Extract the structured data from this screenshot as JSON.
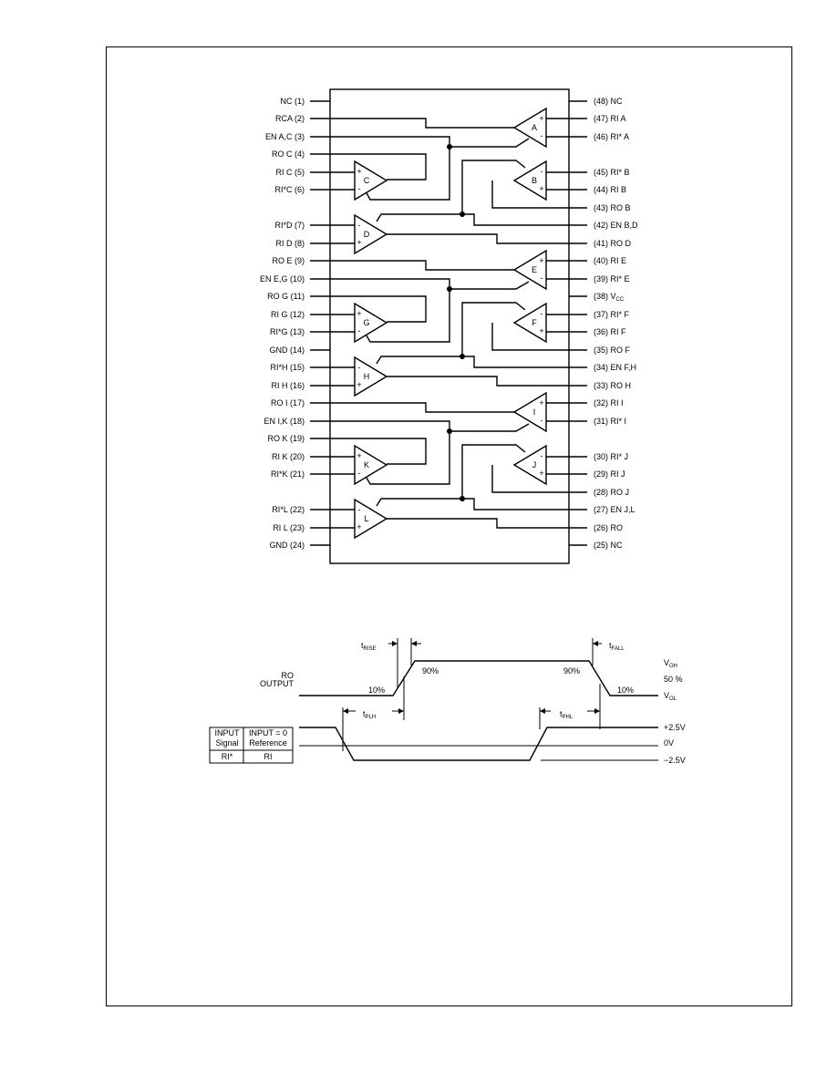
{
  "pinout": {
    "left_pins": [
      "NC (1)",
      "RCA (2)",
      "EN A,C (3)",
      "RO C (4)",
      "RI C (5)",
      "RI*C (6)",
      "RI*D (7)",
      "RI D (8)",
      "RO E (9)",
      "EN E,G (10)",
      "RO G (11)",
      "RI G (12)",
      "RI*G (13)",
      "GND (14)",
      "RI*H (15)",
      "RI H (16)",
      "RO I (17)",
      "EN I,K (18)",
      "RO K (19)",
      "RI K (20)",
      "RI*K (21)",
      "RI*L (22)",
      "RI L (23)",
      "GND (24)"
    ],
    "right_pins": [
      "(48) NC",
      "(47) RI A",
      "(46) RI* A",
      "",
      "(45) RI* B",
      "(44) RI B",
      "(43) RO B",
      "(42) EN B,D",
      "(41) RO D",
      "(40) RI E",
      "(39) RI* E",
      "(38) V",
      "(37) RI* F",
      "(36) RI F",
      "(35) RO F",
      "(34) EN F,H",
      "(33) RO H",
      "(32) RI I",
      "(31) RI* I",
      "",
      "(30) RI* J",
      "(29) RI J",
      "(28) RO J",
      "(27) EN J,L",
      "(26) RO",
      "(25) NC"
    ],
    "vcc_subscript": "CC",
    "amplifiers": {
      "A": "A",
      "B": "B",
      "C": "C",
      "D": "D",
      "E": "E",
      "F": "F",
      "G": "G",
      "H": "H",
      "I": "I",
      "J": "J",
      "K": "K",
      "L": "L"
    }
  },
  "timing": {
    "rise_label": "t",
    "rise_sub": "RISE",
    "fall_label": "t",
    "fall_sub": "FALL",
    "tplh_label": "t",
    "tplh_sub": "PLH",
    "tphl_label": "t",
    "tphl_sub": "PHL",
    "pct_10_left": "10%",
    "pct_90_left": "90%",
    "pct_90_right": "90%",
    "pct_10_right": "10%",
    "voh": "V",
    "voh_sub": "OH",
    "vol": "V",
    "vol_sub": "OL",
    "pct_50": "50 %",
    "ro_output_line1": "RO",
    "ro_output_line2": "OUTPUT",
    "plus_25": "+2.5V",
    "zero_v": "0V",
    "minus_25": "−2.5V",
    "table": {
      "h1_line1": "INPUT",
      "h1_line2": "Signal",
      "h2_line1": "INPUT = 0",
      "h2_line2": "Reference",
      "c1": "RI*",
      "c2": "RI"
    }
  }
}
